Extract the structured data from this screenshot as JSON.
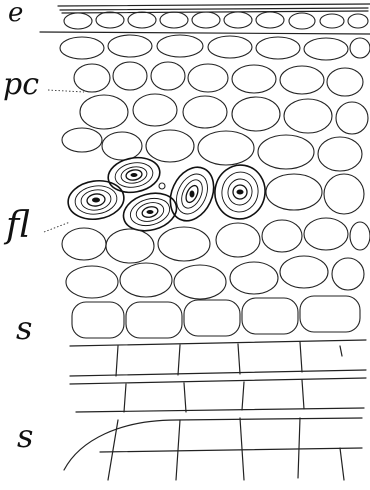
{
  "labels": {
    "epidermis": "e",
    "parenchyma": "pc",
    "fibers": "fl",
    "lower_1": "s",
    "lower_2": "s"
  }
}
